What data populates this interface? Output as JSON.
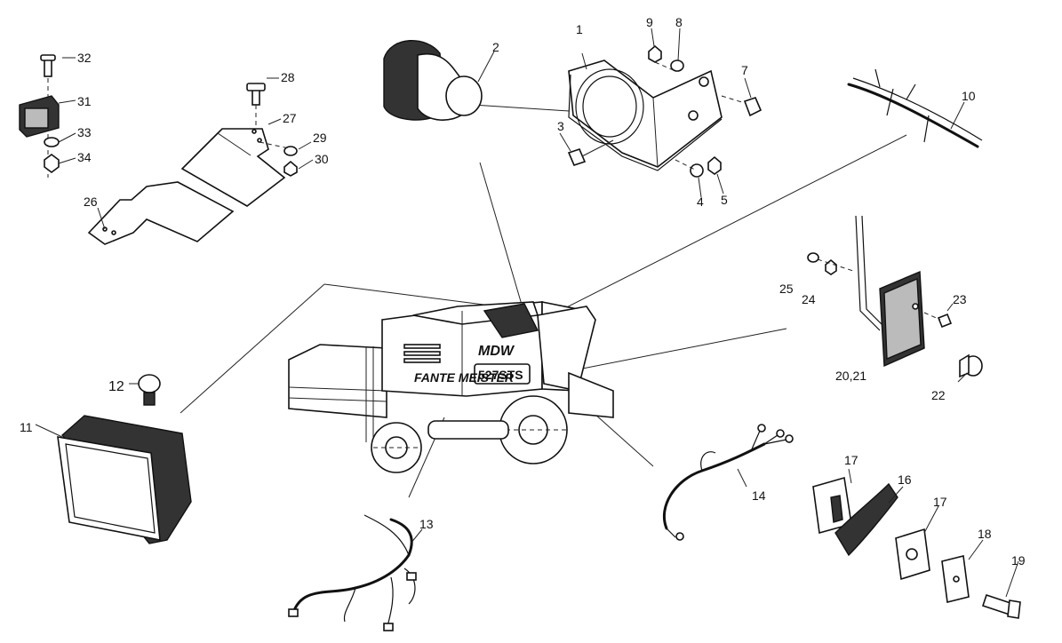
{
  "labels": [
    {
      "id": "1",
      "text": "1"
    },
    {
      "id": "2",
      "text": "2"
    },
    {
      "id": "3",
      "text": "3"
    },
    {
      "id": "4",
      "text": "4"
    },
    {
      "id": "5",
      "text": "5"
    },
    {
      "id": "7",
      "text": "7"
    },
    {
      "id": "8",
      "text": "8"
    },
    {
      "id": "9",
      "text": "9"
    },
    {
      "id": "10",
      "text": "10"
    },
    {
      "id": "11",
      "text": "11"
    },
    {
      "id": "12",
      "text": "12"
    },
    {
      "id": "13",
      "text": "13"
    },
    {
      "id": "14",
      "text": "14"
    },
    {
      "id": "16",
      "text": "16"
    },
    {
      "id": "17a",
      "text": "17"
    },
    {
      "id": "17b",
      "text": "17"
    },
    {
      "id": "18",
      "text": "18"
    },
    {
      "id": "19",
      "text": "19"
    },
    {
      "id": "2021",
      "text": "20,21"
    },
    {
      "id": "22",
      "text": "22"
    },
    {
      "id": "23",
      "text": "23"
    },
    {
      "id": "24",
      "text": "24"
    },
    {
      "id": "25",
      "text": "25"
    },
    {
      "id": "26",
      "text": "26"
    },
    {
      "id": "27",
      "text": "27"
    },
    {
      "id": "28",
      "text": "28"
    },
    {
      "id": "29",
      "text": "29"
    },
    {
      "id": "30",
      "text": "30"
    },
    {
      "id": "31",
      "text": "31"
    },
    {
      "id": "32",
      "text": "32"
    },
    {
      "id": "33",
      "text": "33"
    },
    {
      "id": "34",
      "text": "34"
    }
  ],
  "machine": {
    "brand": "MDW",
    "name": "FANTE MEISTER",
    "model": "527STS"
  }
}
